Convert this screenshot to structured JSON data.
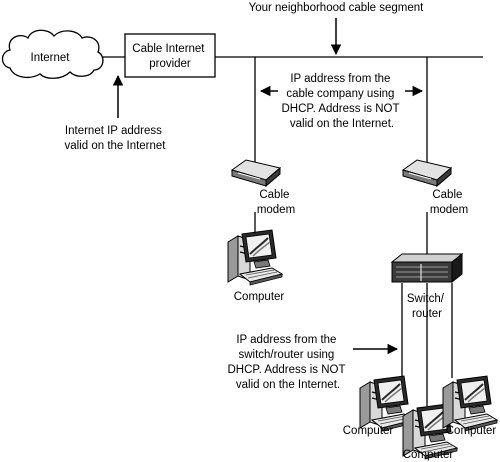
{
  "labels": {
    "segment": "Your neighborhood cable segment",
    "internet": "Internet",
    "provider": [
      "Cable Internet",
      "provider"
    ],
    "internet_ip": [
      "Internet IP address",
      "valid on the Internet"
    ],
    "cable_ip": [
      "IP address from the",
      "cable company using",
      "DHCP.  Address is NOT",
      "valid on the Internet."
    ],
    "modem_left": [
      "Cable",
      "modem"
    ],
    "modem_right": [
      "Cable",
      "modem"
    ],
    "computer_left": "Computer",
    "switch": [
      "Switch/",
      "router"
    ],
    "router_ip": [
      "IP address from the",
      "switch/router using",
      "DHCP.  Address is NOT",
      "valid on the Internet."
    ],
    "computer_a": "Computer",
    "computer_b": "Computer",
    "computer_c": "Computer"
  },
  "icons": {
    "cloud": "cloud-icon",
    "modem": "cable-modem-icon",
    "computer": "computer-icon",
    "switch": "switch-router-icon"
  },
  "colors": {
    "line": "#000000",
    "device_dark": "#2a2a2a",
    "device_mid": "#8a8a8a",
    "device_light": "#d8d8d8"
  }
}
